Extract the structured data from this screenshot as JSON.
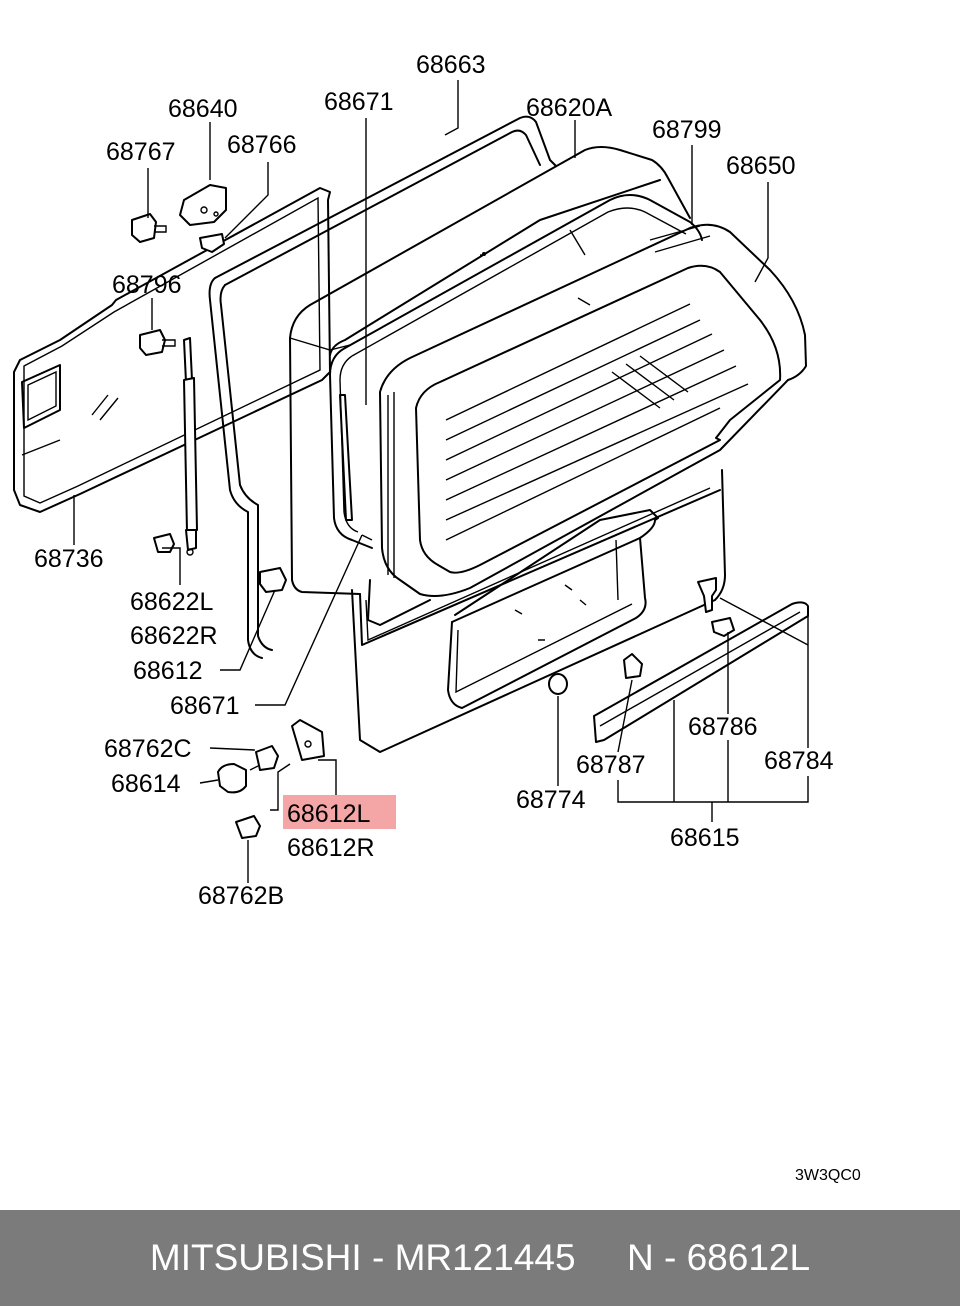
{
  "labels": {
    "l68663": "68663",
    "l68640": "68640",
    "l68671a": "68671",
    "l68620A": "68620A",
    "l68767": "68767",
    "l68766": "68766",
    "l68799": "68799",
    "l68650": "68650",
    "l68796": "68796",
    "l68736": "68736",
    "l68622L": "68622L",
    "l68622R": "68622R",
    "l68612": "68612",
    "l68671b": "68671",
    "l68762C": "68762C",
    "l68614": "68614",
    "l68612L": "68612L",
    "l68612R": "68612R",
    "l68762B": "68762B",
    "l68774": "68774",
    "l68787": "68787",
    "l68786": "68786",
    "l68784": "68784",
    "l68615": "68615"
  },
  "highlight_color": "#f4a6a6",
  "diagram_code": "3W3QC0",
  "footer": {
    "brand": "MITSUBISHI",
    "sep1": " - ",
    "part_number": "MR121445",
    "gap": "     ",
    "ref": "N - 68612L"
  }
}
